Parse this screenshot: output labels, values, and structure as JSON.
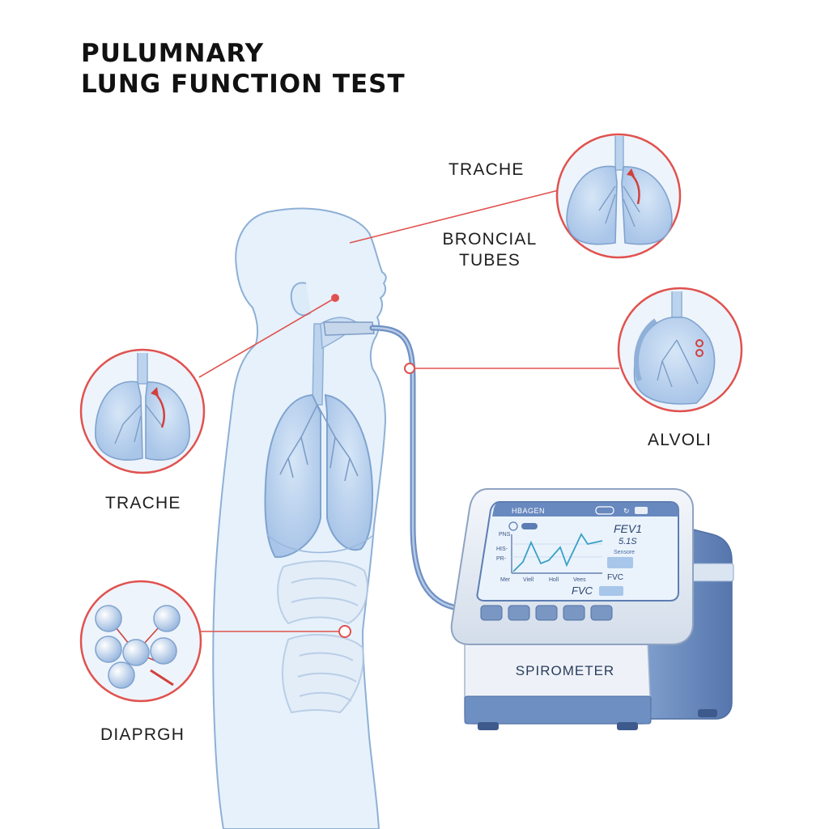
{
  "title": {
    "line1": "PULUMNARY",
    "line2": "LUNG FUNCTION TEST"
  },
  "labels": {
    "trache_top": "TRACHE",
    "broncial_line1": "BRONCIAL",
    "broncial_line2": "TUBES",
    "alvoli": "ALVOLI",
    "trache_left": "TRACHE",
    "diaprgh": "DIAPRGH"
  },
  "spirometer": {
    "label": "SPIROMETER",
    "screen": {
      "header": "HBAGEN",
      "fev1_label": "FEV1",
      "fev1_value": "5.1S",
      "fev1_sub": "Sensore",
      "fvc_label_right": "FVC",
      "fvc_label_bottom": "FVC",
      "y_ticks": [
        "PNS",
        "HIS-",
        "PR-"
      ],
      "x_ticks": [
        "Mer",
        "Viell",
        "Holl",
        "Vees"
      ]
    },
    "buttons": 5
  },
  "colors": {
    "accent_red": "#e0524f",
    "body_fill": "#e6f1fb",
    "body_stroke": "#8eb0d6",
    "lung_fill": "#c9dcf2",
    "device_blue": "#6e8fc2",
    "screen_bg": "#eaf3fc"
  }
}
